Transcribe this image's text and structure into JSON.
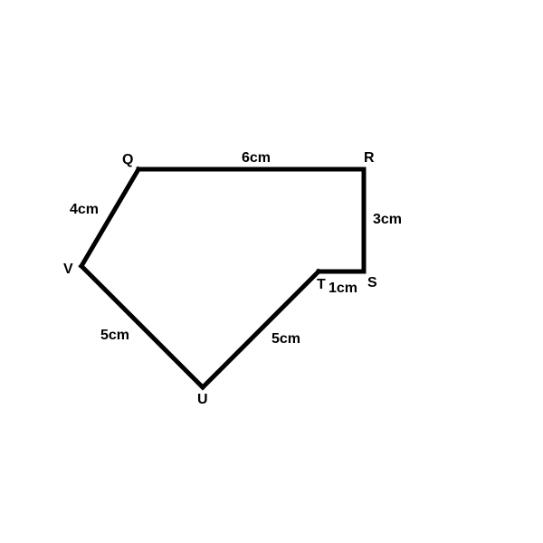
{
  "figure": {
    "shape": "polygon",
    "stroke_color": "#000000",
    "background_color": "#ffffff",
    "vertices": [
      {
        "id": "Q",
        "label": "Q"
      },
      {
        "id": "R",
        "label": "R"
      },
      {
        "id": "S",
        "label": "S"
      },
      {
        "id": "T",
        "label": "T"
      },
      {
        "id": "U",
        "label": "U"
      },
      {
        "id": "V",
        "label": "V"
      }
    ],
    "edges": [
      {
        "from": "Q",
        "to": "R",
        "length": "6cm"
      },
      {
        "from": "R",
        "to": "S",
        "length": "3cm"
      },
      {
        "from": "S",
        "to": "T",
        "length": "1cm"
      },
      {
        "from": "T",
        "to": "U",
        "length": "5cm"
      },
      {
        "from": "U",
        "to": "V",
        "length": "5cm"
      },
      {
        "from": "V",
        "to": "Q",
        "length": "4cm"
      }
    ]
  }
}
